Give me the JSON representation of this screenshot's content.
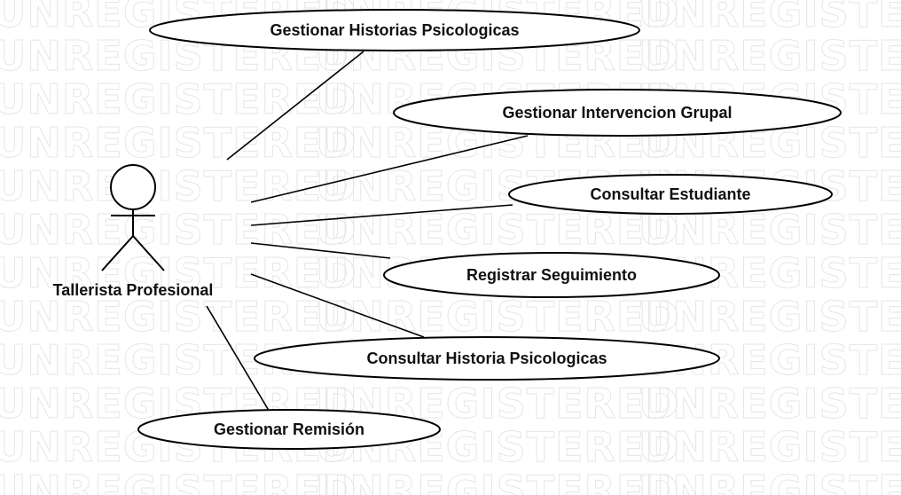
{
  "watermark": {
    "text": "UNREGISTERED",
    "color": "#e6e6e6"
  },
  "diagram": {
    "actor": {
      "name": "Tallerista Profesional"
    },
    "use_cases": [
      {
        "id": "gestionar-historias",
        "label": "Gestionar Historias Psicologicas"
      },
      {
        "id": "gestionar-intervencion",
        "label": "Gestionar Intervencion Grupal"
      },
      {
        "id": "consultar-estudiante",
        "label": "Consultar Estudiante"
      },
      {
        "id": "registrar-seguimiento",
        "label": "Registrar Seguimiento"
      },
      {
        "id": "consultar-historia",
        "label": "Consultar Historia Psicologicas"
      },
      {
        "id": "gestionar-remision",
        "label": "Gestionar Remisión"
      }
    ]
  }
}
